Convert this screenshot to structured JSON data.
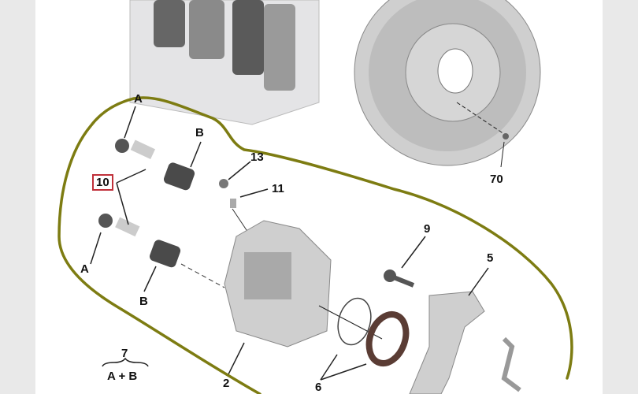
{
  "labels": {
    "a_top": "A",
    "b_top": "B",
    "part_13": "13",
    "part_11": "11",
    "part_10": "10",
    "a_bottom": "A",
    "b_bottom": "B",
    "part_9": "9",
    "part_5": "5",
    "part_70": "70",
    "part_2": "2",
    "part_6": "6",
    "kit_number": "7",
    "kit_formula": "A + B"
  },
  "colors": {
    "outline": "#7d7c12",
    "highlight_box": "#c0303a",
    "margin": "#e9e9e9"
  }
}
